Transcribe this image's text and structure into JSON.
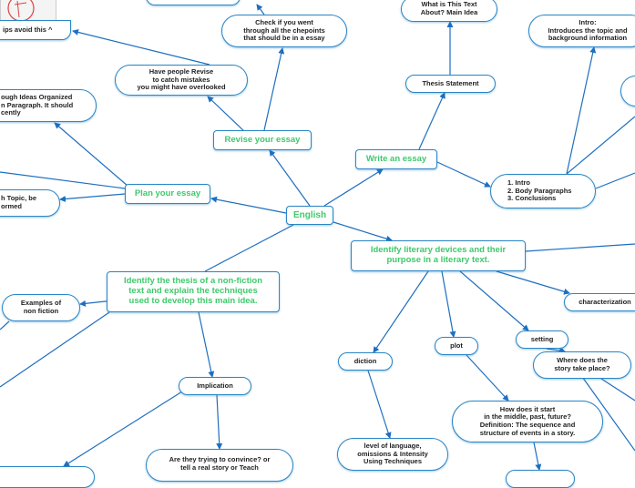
{
  "center": "English",
  "branches": {
    "write_essay": "Write an essay",
    "revise_essay": "Revise your essay",
    "plan_essay": "Plan your essay",
    "identify_thesis": "Identify the thesis of a non-fiction\ntext and explain the techniques\nused to develop this main idea.",
    "identify_devices": "Identify literary devices and their\npurpose in a literary text."
  },
  "nodes": {
    "thesis_question": "What is This Text\nAbout? Main Idea",
    "thesis_statement": "Thesis Statement",
    "intro": "Intro:\nIntroduces the topic and\nbackground information",
    "outline": "1. Intro\n2. Body Paragraphs\n3. Conclusions",
    "checkpoints": "Check if you went\nthrough all the chepoints\nthat should be in a essay",
    "have_people_revise": "Have people Revise\nto catch mistakes\nyou might have overlooked",
    "tips": "ips avoid this ^",
    "ideas_organized": "ough Ideas Organized\nn Paragraph. It should\ncently",
    "topic": "h Topic, be\normed",
    "examples": "Examples of\nnon fiction",
    "implication": "Implication",
    "convince": "Are they trying to convince? or\ntell a real story or Teach",
    "diction": "diction",
    "language_level": "level of language,\nomissions & Intensity\nUsing Techniques",
    "plot": "plot",
    "plot_detail": "How does it start\nin the middle, past, future?\nDefinition: The sequence and\nstructure of events in a story.",
    "setting": "setting",
    "setting_question": "Where does the\nstory take place?",
    "characterization": "characterization"
  },
  "colors": {
    "edge": "#1e6fc0",
    "border": "#2b86c5",
    "main_text": "#3ec96b",
    "text": "#222222"
  }
}
